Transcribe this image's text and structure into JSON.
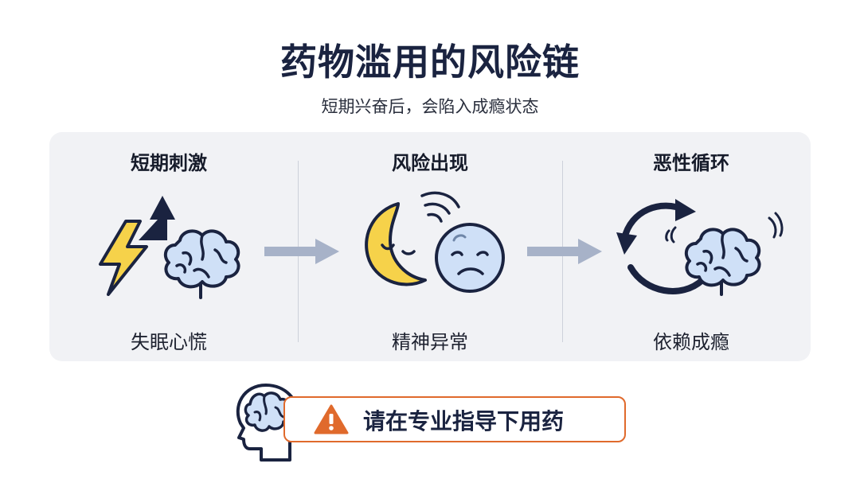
{
  "header": {
    "title": "药物滥用的风险链",
    "subtitle": "短期兴奋后，会陷入成瘾状态"
  },
  "stages": [
    {
      "title": "短期刺激",
      "label": "失眠心慌",
      "icon": "lightning-brain-icon"
    },
    {
      "title": "风险出现",
      "label": "精神异常",
      "icon": "moon-sad-face-icon"
    },
    {
      "title": "恶性循环",
      "label": "依赖成瘾",
      "icon": "cycle-brain-icon"
    }
  ],
  "warning": {
    "text": "请在专业指导下用药",
    "icon": "warning-triangle-icon"
  },
  "colors": {
    "navy": "#1a2340",
    "yellow": "#f6d24a",
    "light_blue": "#cfe0f7",
    "arrow_gray": "#a7b2c8",
    "orange": "#e06a2c",
    "panel": "#f1f2f5"
  }
}
